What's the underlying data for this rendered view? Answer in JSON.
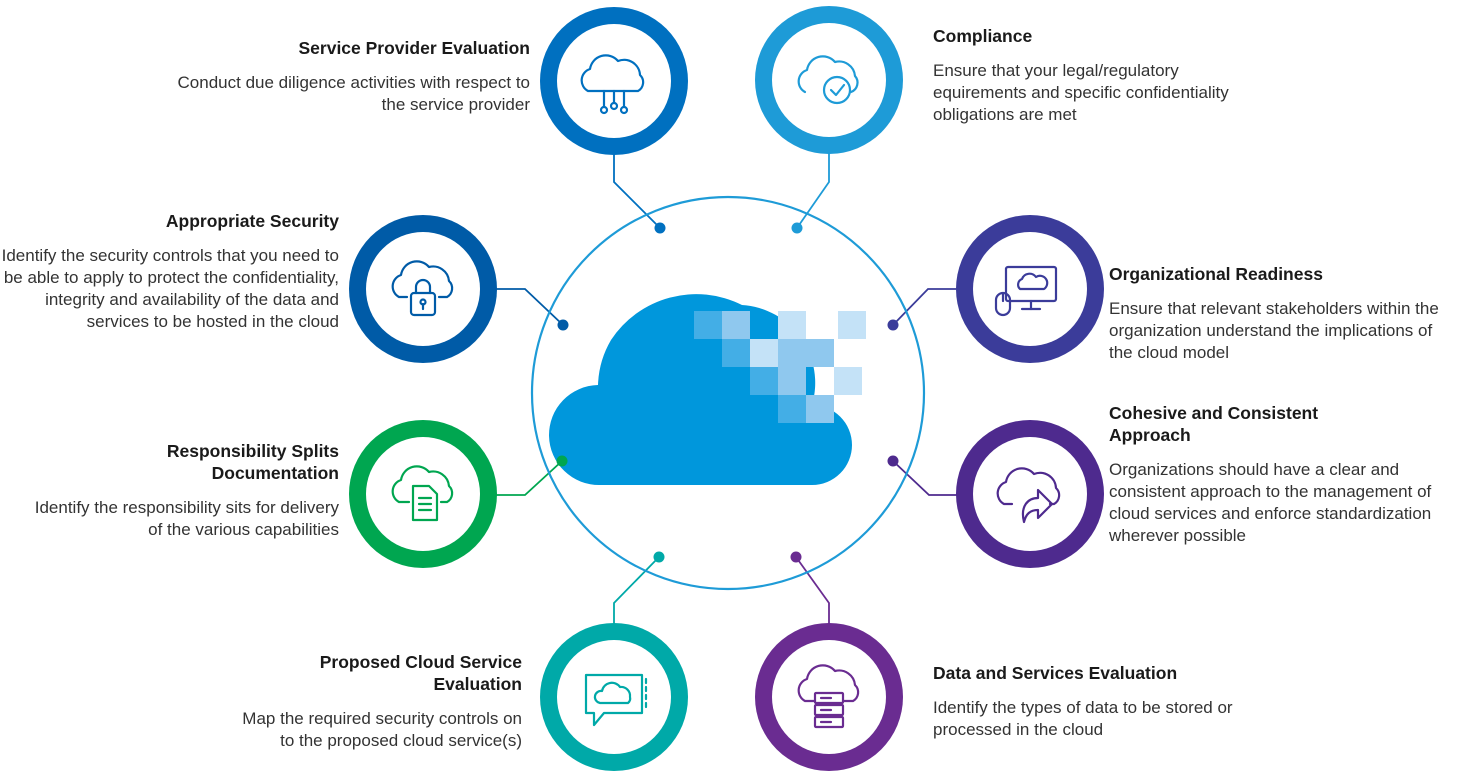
{
  "colors": {
    "center_ring": "#1e9bd7",
    "cloud": "#0097dc",
    "pixel_mid": "#43aee6",
    "pixel_light": "#8fc8ee",
    "pixel_pale": "#c4e2f7"
  },
  "items": [
    {
      "id": "service-provider-evaluation",
      "title": "Service Provider Evaluation",
      "description": "Conduct due diligence activities with respect to the service provider",
      "color": "#0070c0",
      "icon": "cloud-network-icon"
    },
    {
      "id": "compliance",
      "title": "Compliance",
      "description": "Ensure that your legal/regulatory equirements and specific confidentiality obligations are met",
      "color": "#1e9bd7",
      "icon": "cloud-checkmark-icon"
    },
    {
      "id": "appropriate-security",
      "title": "Appropriate Security",
      "description": "Identify the security controls that you need to be able to apply to protect the confidentiality, integrity and availability of the data and services to be hosted in the cloud",
      "color": "#005ba7",
      "icon": "cloud-padlock-icon"
    },
    {
      "id": "organizational-readiness",
      "title": "Organizational Readiness",
      "description": "Ensure that relevant stakeholders within the organization understand the implications of the cloud model",
      "color": "#3b3c9a",
      "icon": "cloud-monitor-icon"
    },
    {
      "id": "responsibility-splits-documentation",
      "title": "Responsibility Splits Documentation",
      "description": "Identify the responsibility sits for delivery of the various capabilities",
      "color": "#00a650",
      "icon": "cloud-document-icon"
    },
    {
      "id": "cohesive-and-consistent-approach",
      "title": "Cohesive and Consistent Approach",
      "description": "Organizations should have a clear and consistent approach to the management of cloud services and enforce standardization wherever possible",
      "color": "#4e2a8e",
      "icon": "cloud-forward-arrow-icon"
    },
    {
      "id": "proposed-cloud-service-evaluation",
      "title": "Proposed Cloud Service Evaluation",
      "description": "Map the required security controls on to the proposed cloud service(s)",
      "color": "#00a9a8",
      "icon": "cloud-chat-bubble-icon"
    },
    {
      "id": "data-and-services-evaluation",
      "title": "Data and Services Evaluation",
      "description": "Identify the types of data to be stored or processed in the cloud",
      "color": "#6a2c91",
      "icon": "cloud-server-icon"
    }
  ]
}
